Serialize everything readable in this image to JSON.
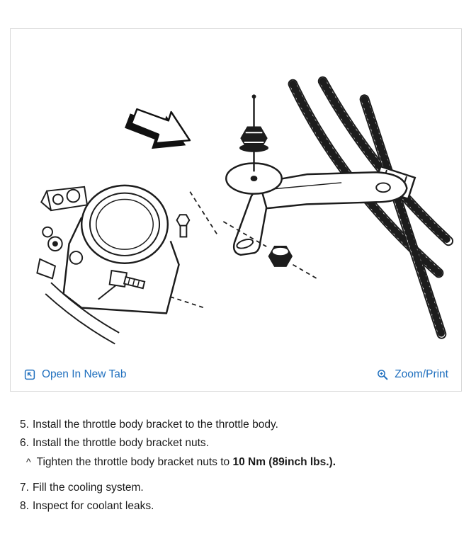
{
  "figure": {
    "diagram_label": "throttle-body-bracket-exploded-diagram",
    "open_in_new_tab_label": "Open In New Tab",
    "zoom_print_label": "Zoom/Print",
    "link_color": "#1f6fbe"
  },
  "steps": [
    {
      "marker": "5.",
      "text": "Install the throttle body bracket to the throttle body."
    },
    {
      "marker": "6.",
      "text": "Install the throttle body bracket nuts."
    },
    {
      "marker": "^",
      "text": "Tighten the throttle body bracket nuts to ",
      "bold_text": "10 Nm (89inch lbs.)."
    },
    {
      "marker": "7.",
      "text": "Fill the cooling system."
    },
    {
      "marker": "8.",
      "text": "Inspect for coolant leaks."
    }
  ]
}
